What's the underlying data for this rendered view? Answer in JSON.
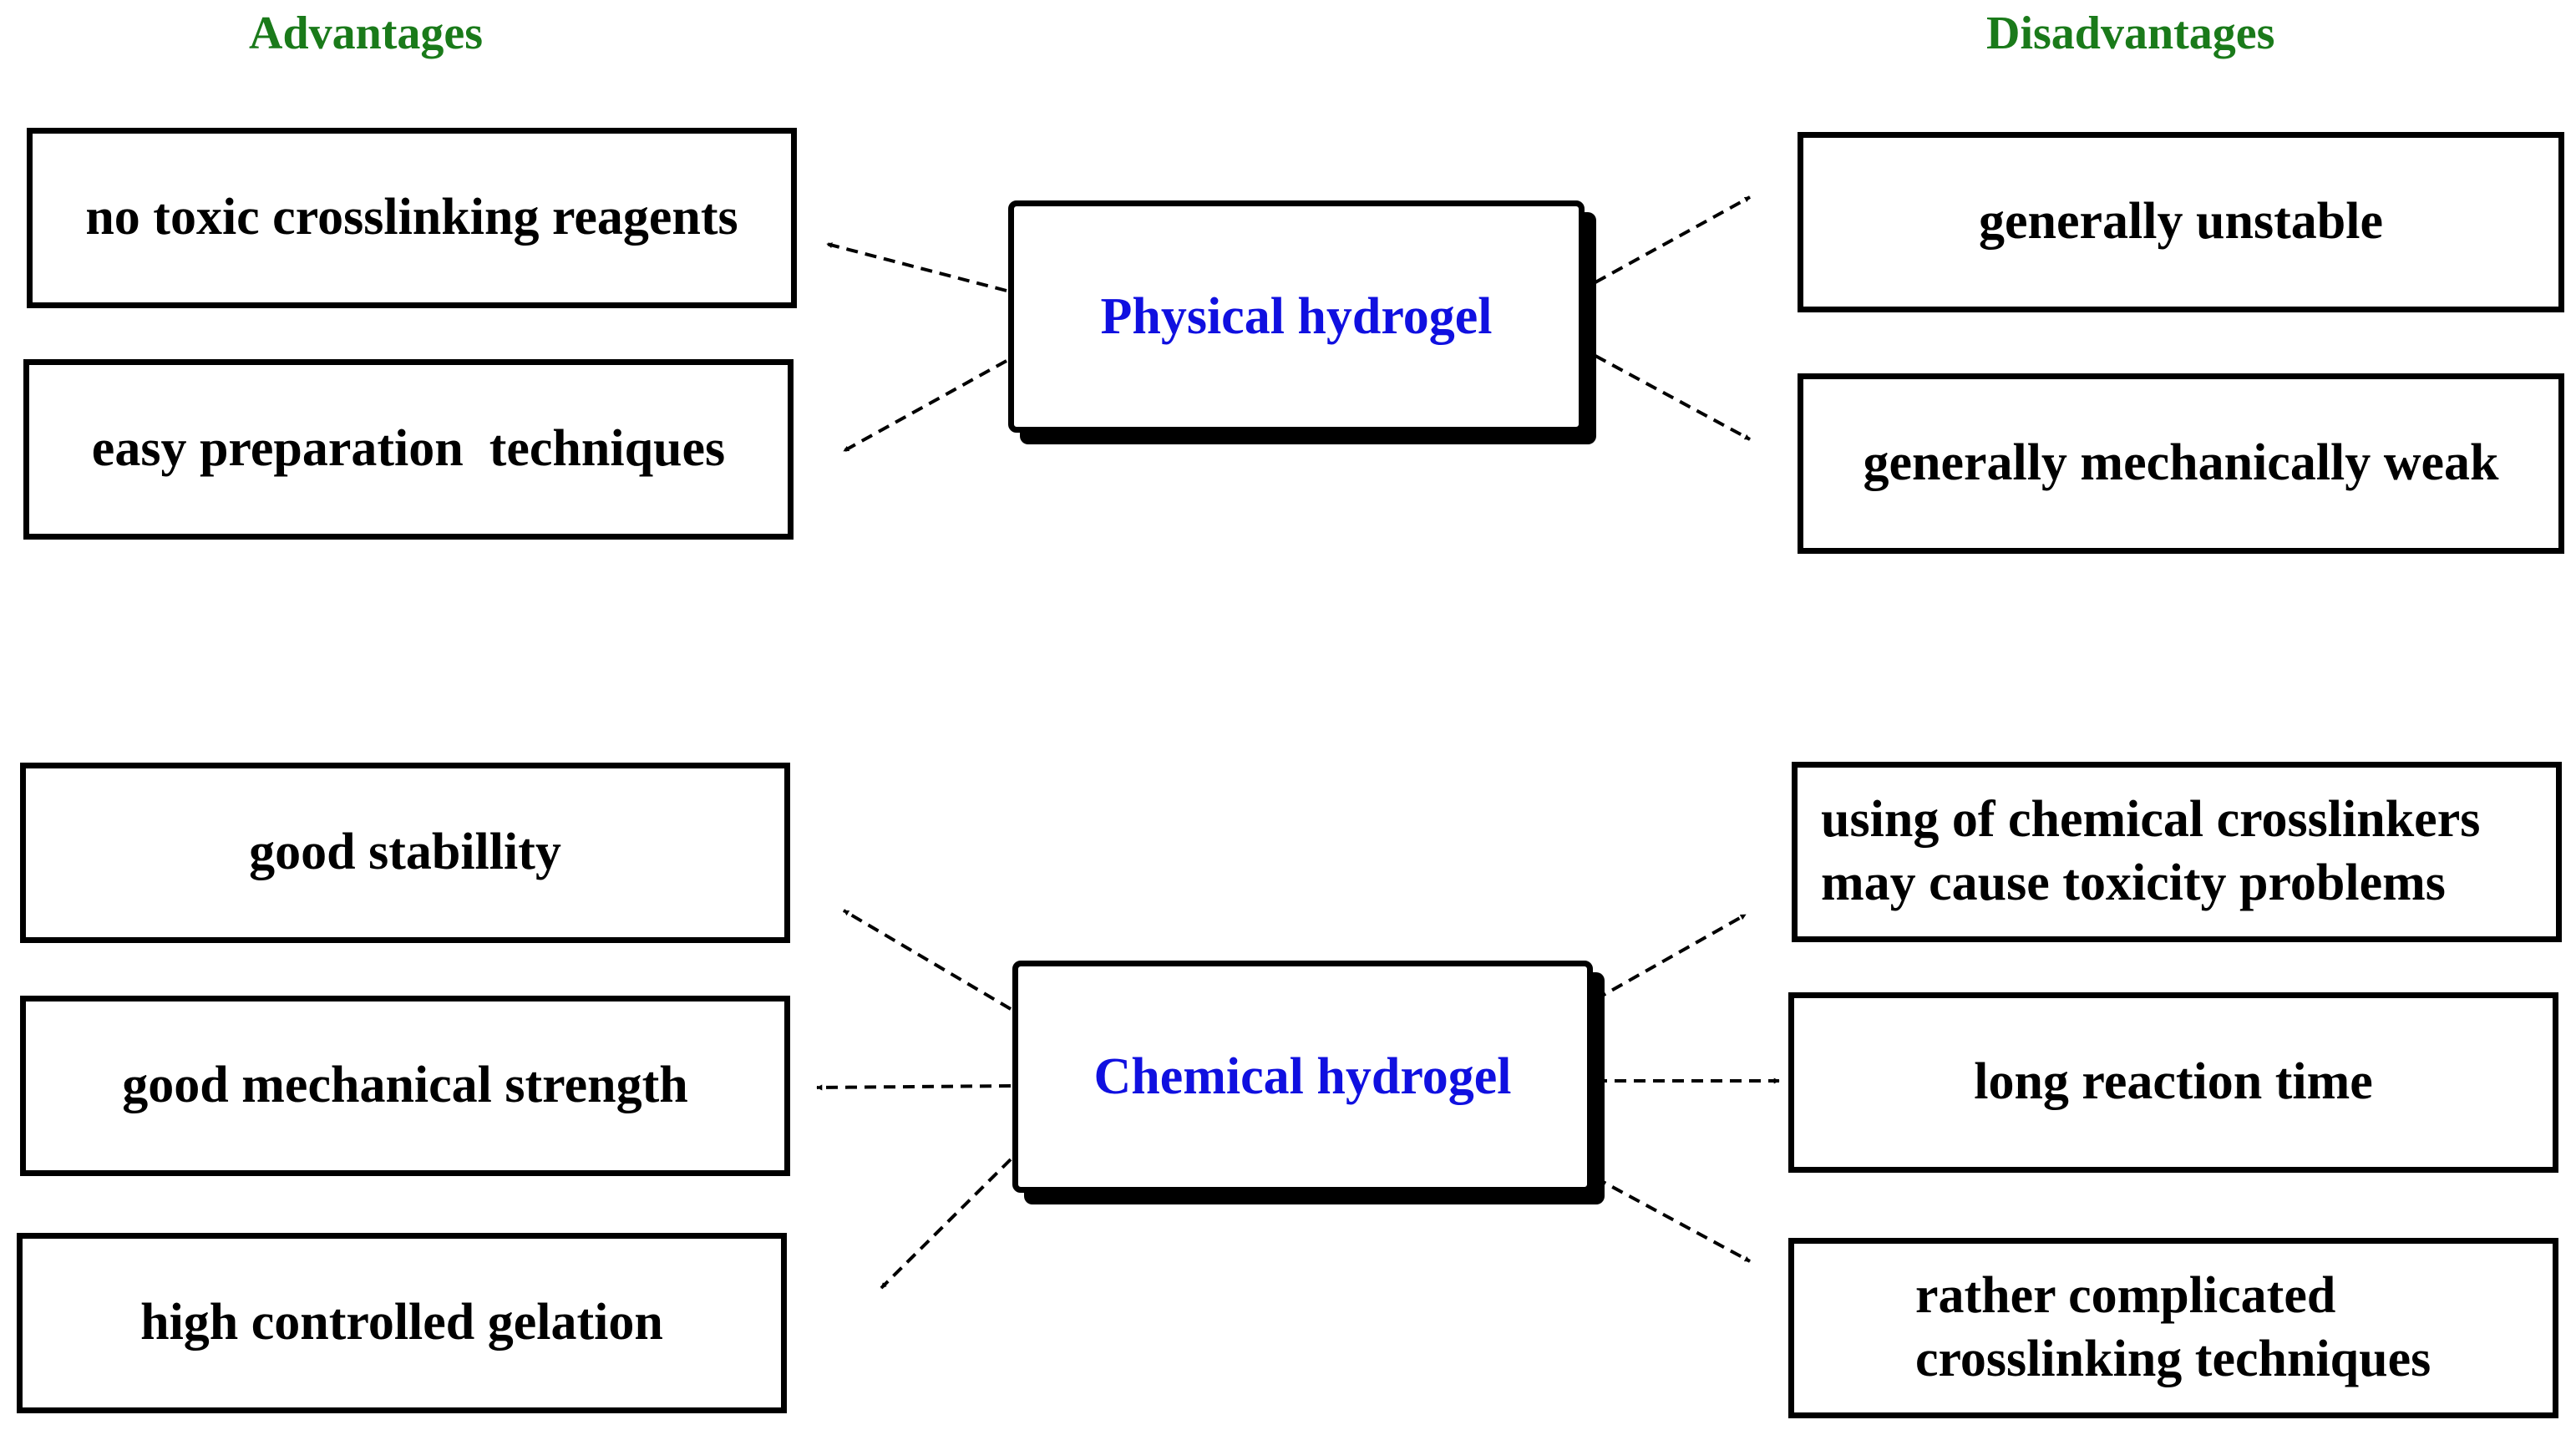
{
  "headings": {
    "advantages": "Advantages",
    "disadvantages": "Disadvantages"
  },
  "physical": {
    "label": "Physical hydrogel",
    "advantages": [
      "no toxic crosslinking reagents",
      "easy preparation  techniques"
    ],
    "disadvantages": [
      "generally unstable",
      "generally mechanically weak"
    ]
  },
  "chemical": {
    "label": "Chemical hydrogel",
    "advantages": [
      "good stabillity",
      "good mechanical strength",
      "high controlled gelation"
    ],
    "disadvantages": [
      "using of chemical crosslinkers\nmay cause toxicity problems",
      "long reaction time",
      "rather complicated\ncrosslinking techniques"
    ]
  },
  "colors": {
    "heading": "#1a7a1a",
    "hub_text": "#1010e0",
    "line": "#000000"
  }
}
